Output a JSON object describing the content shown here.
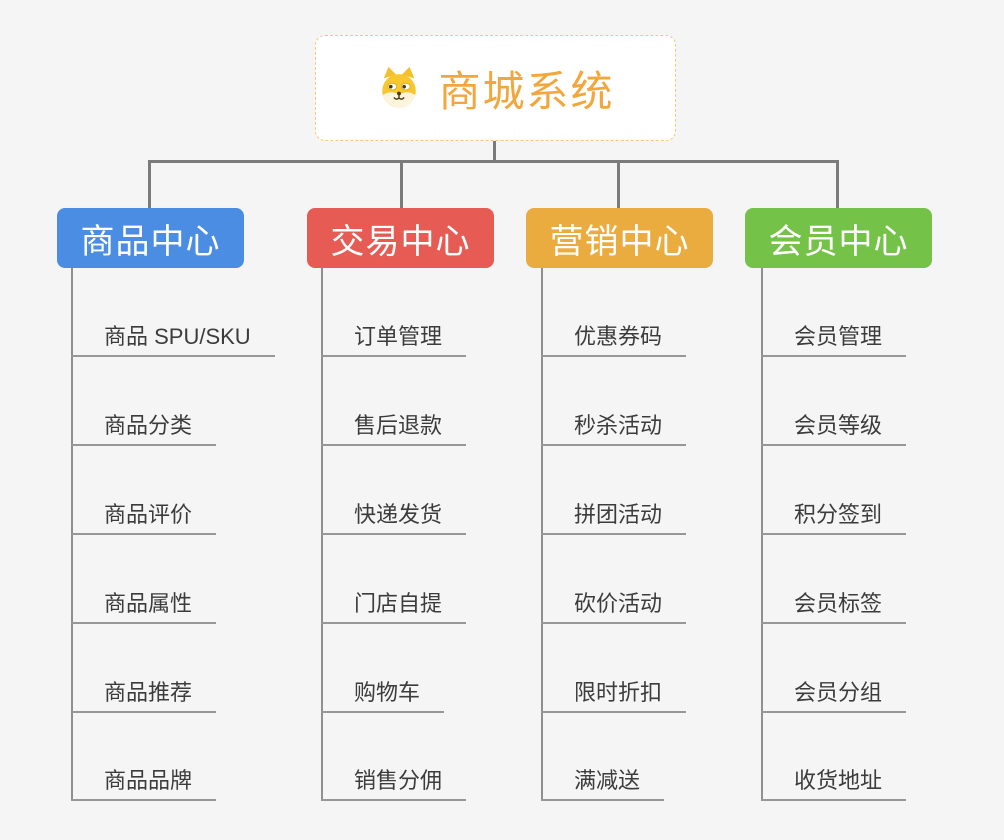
{
  "colors": {
    "background": "#f5f5f5",
    "connector": "#7b7b7b",
    "tree_line": "#8f8f8f",
    "leaf_text": "#3c3c3c",
    "branch_text": "#ffffff",
    "root_border": "#f3c87d",
    "root_text": "#f2a63c"
  },
  "root": {
    "title": "商城系统",
    "icon": "shiba-dog-face"
  },
  "branches": [
    {
      "label": "商品中心",
      "color": "#4a8de2",
      "items": [
        "商品 SPU/SKU",
        "商品分类",
        "商品评价",
        "商品属性",
        "商品推荐",
        "商品品牌"
      ]
    },
    {
      "label": "交易中心",
      "color": "#e65c55",
      "items": [
        "订单管理",
        "售后退款",
        "快递发货",
        "门店自提",
        "购物车",
        "销售分佣"
      ]
    },
    {
      "label": "营销中心",
      "color": "#ebac3f",
      "items": [
        "优惠券码",
        "秒杀活动",
        "拼团活动",
        "砍价活动",
        "限时折扣",
        "满减送"
      ]
    },
    {
      "label": "会员中心",
      "color": "#74c247",
      "items": [
        "会员管理",
        "会员等级",
        "积分签到",
        "会员标签",
        "会员分组",
        "收货地址"
      ]
    }
  ]
}
